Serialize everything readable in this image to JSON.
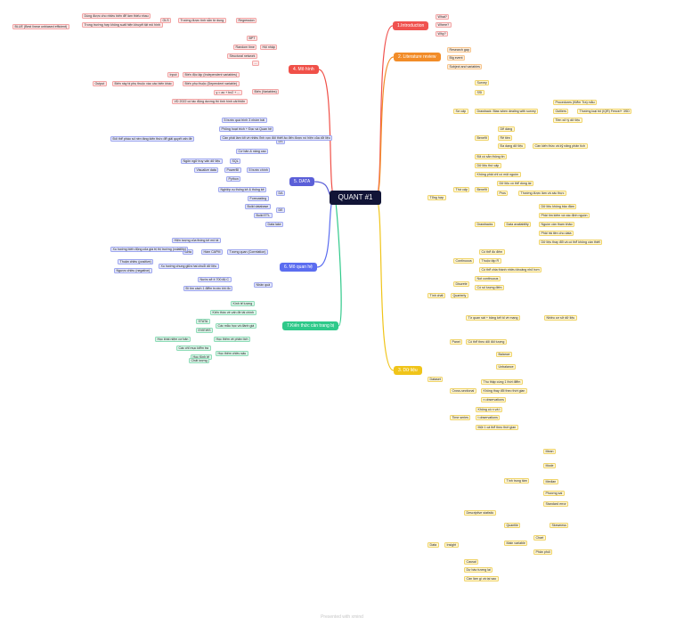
{
  "root": "QUANT #1",
  "footer": "Presented with xmind",
  "colors": {
    "intro": "#f0524f",
    "lit": "#f28c28",
    "dulieu": "#f0c419",
    "data": "#5b5fd8",
    "mohinh": "#f05048",
    "hoiquy": "#5b6df0",
    "kienthuc": "#2fc98a",
    "root": "#111436"
  },
  "main": {
    "intro": "1.Introduction",
    "lit": "2. Literature review",
    "dulieu": "3. Dữ liệu",
    "mohinh": "4. Mô hình",
    "data": "5. DATA",
    "hoiquy": "6. Mô quan hệ",
    "kienthuc": "7.Kiến thức cần trang bị"
  },
  "intro": [
    "What?",
    "Where?",
    "Why?"
  ],
  "lit": [
    "Research gap",
    "Big event",
    "Subject and variables"
  ],
  "mohinh": {
    "regression": "Regression",
    "ols": "OLS",
    "ols_a": "Trường được tính sẵn từ dung",
    "ols_a1": "Dùng được cho nhiều biến để làm thiếu nhau",
    "ols_a2": "Trong trường hợp không suất hiện khuyết tật mô hình",
    "blue": "BLUE (Best linear unbiased efficient)",
    "bpt": "BPT",
    "random": "Random time",
    "hoinhap": "Hội nhập",
    "structural": "Structural network",
    "c": "...",
    "bien": "Biến (Variables)",
    "input": "Input",
    "x": "Biến độc lập (Independent variables)",
    "output": "Output",
    "y": "Biến phụ thuộc (Dependent variable)",
    "y_note": "Biến này bị phụ thuộc vào các biến khác",
    "eq": "y = ax + bx2 + ...",
    "vd": "VD 2022 có tác động dương thì tình hình cải thiện"
  },
  "data": {
    "ds": "DS",
    "d1": "5 bước quá trình 3 nhóm bài",
    "d2": "Phỏng hoạt trích + Đọc và Quan hệ",
    "d3": "Cần phải làm tốt về nhiều lĩnh vực đối thiết ảo đến được nó hiện của dữ liệu",
    "d3n": "Đối thể pháo số nền tảng kiến thức để giải quyết vấn đề",
    "d4": "Cơ bản & nâng cao",
    "d5": "SQL",
    "d5n": "Ngôn ngữ truy vấn dữ liệu",
    "d6": "Visualize data",
    "d7": "PowerBI",
    "d8": "Python",
    "d9": "5 bước chính",
    "da": "DA",
    "da1": "Nghiệp vụ thống kê & thống kê",
    "da2": "Forecasting",
    "de": "DE",
    "de1": "Build database",
    "de2": "Build ETL",
    "dw": "Data lake"
  },
  "hoiquy": {
    "tuongquan": "Tương quan (Correlation)",
    "t1": "Hiện tượng của thống kê mô tả",
    "t2": "Hàm CAPM",
    "t2a": "Beta",
    "t2b": "Xu hướng biến động của giá trị thị trường (volatility)",
    "t3": "Xu hướng chung giữa hai chuỗi dữ liệu",
    "t3a": "Thuận chiều (positive)",
    "t3b": "Ngược chiều (negative)",
    "nhanqua": "Nhân quả",
    "n1": "Nước sẽ ít 700 độ C",
    "n2": "Đi tìm cách 1 điểm trước khi đo"
  },
  "kienthuc": [
    "Kinh tế lượng",
    "Kiến thức về vấn đề tài chính",
    "Các mẫu học và đánh giá",
    "STATA",
    "EVIEWS",
    "Học khái niệm cơ bản",
    "Học thêm về phân tích",
    "Các chỉ mục kiểm tra",
    "Học Kinh tế",
    "Học thêm chiều sâu",
    "Chất lượng"
  ],
  "dulieu": {
    "tonghop": "Tổng hợp",
    "sucap": "Sơ cấp",
    "survey": "Survey",
    "ssi": "SSI",
    "drawback": "Drawback: Bias when dealing with survey",
    "dr1": "Procedures (Kiểm Tra) mẫu",
    "dr2": "Outliers",
    "dr2n": "Thường loại bỏ (IQR) Fence/+ 3SD",
    "dr3": "Tiền xử lý dữ liệu",
    "benefit": "Benefit",
    "b1": "Dễ dàng",
    "b2": "Rẻ tiền",
    "b3": "Đa dạng dữ liệu",
    "b3n": "Cần kiến thức và kỹ năng phân tích",
    "thucap": "Thứ cấp",
    "tc1": "Đã có sẵn thông tin",
    "tc2": "Dữ liệu thứ cấp",
    "tc3": "Không phải chỉ có một nguồn",
    "tc_b": "Benefit",
    "tcb1": "Dữ liệu có thể dùng lại",
    "tc_pr": "Pros",
    "tcp1": "Thường được làm và xác thực",
    "tc_d": "Drawbacks",
    "tcd": "Data availability",
    "d_1": "Dữ liệu không bảo đảm",
    "d_2": "Phải tìm kiếm và xác định nguồn",
    "d_3": "Nguồn cần tham khảo",
    "d_4": "Phải trả tiền cho data",
    "d_5": "Dữ liệu thay đổi và có thể không cần thiết",
    "continuous": "Continuous",
    "co1": "Có thể đo đếm",
    "co2": "Thuộc tập R",
    "co3": "Có thể chia thành nhiều khoảng nhỏ hơn",
    "discrete": "Discrete",
    "di1": "Not continuous",
    "di2": "Có số lượng đếm",
    "tinhchat": "Tính chất",
    "quarterly": "Quarterly",
    "panel": "Panel",
    "p1": "Từ quan sát + bảng kết tố về mạng",
    "p1n": "Nhiều cơ sở dữ liệu",
    "p2": "Có thể theo dõi đối tượng",
    "pa": "Balance",
    "pb": "Unbalance",
    "dataset": "Dataset",
    "cs": "Cross-sectional",
    "cs1": "Thu thập cùng 1 thời điểm",
    "cs2": "Không thay đổi theo thời gian",
    "cs3": "n observations",
    "ts": "Time series",
    "ts1": "Không có n và t",
    "ts2": "t observations",
    "ts3": "Một 1 cá thể theo thời gian",
    "data": "Data",
    "insight": "Insight",
    "desc": "Descriptive statistic",
    "center": "Tính trung tâm",
    "mean": "Mean",
    "median": "Median",
    "mode": "Mode",
    "var": "Phương sai",
    "sd": "Standard error",
    "skew": "Skewness",
    "quant": "Quantile",
    "main_v": "Main variable",
    "chart": "Chart",
    "dist": "Phân phối",
    "causal": "Causal",
    "future": "Dự báo tương lai",
    "what": "Cần làm gì và tại sao"
  }
}
